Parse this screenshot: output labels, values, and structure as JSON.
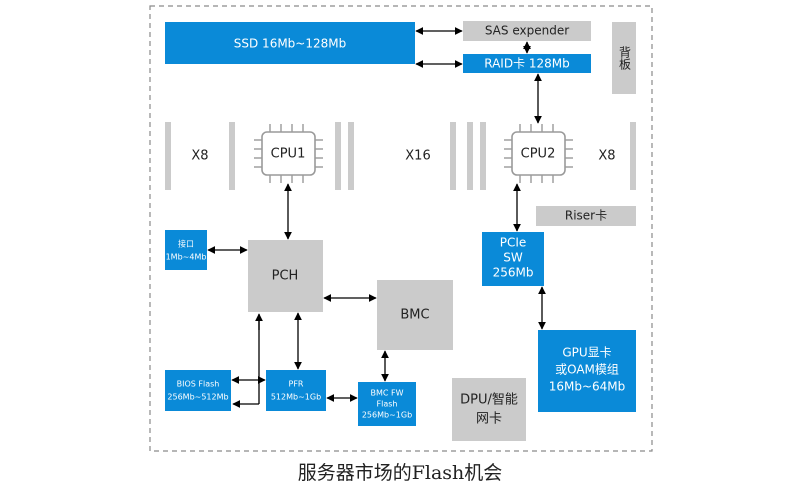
{
  "caption": "服务器市场的Flash机会",
  "colors": {
    "blue": "#0a8ad8",
    "gray": "#cbcbcb",
    "border": "#8a8a8a",
    "arrow": "#000000"
  },
  "boxes": {
    "ssd": "SSD 16Mb~128Mb",
    "sas": "SAS expender",
    "raid": "RAID卡 128Mb",
    "backplane": "背板",
    "x8_left": "X8",
    "cpu1": "CPU1",
    "x16": "X16",
    "cpu2": "CPU2",
    "x8_right": "X8",
    "riser": "Riser卡",
    "interface": [
      "接口",
      "1Mb~4Mb"
    ],
    "pch": "PCH",
    "pcie_sw": [
      "PCIe",
      "SW",
      "256Mb"
    ],
    "bmc": "BMC",
    "gpu": [
      "GPU显卡",
      "或OAM模组",
      "16Mb~64Mb"
    ],
    "bios": [
      "BIOS Flash",
      "256Mb~512Mb"
    ],
    "pfr": [
      "PFR",
      "512Mb~1Gb"
    ],
    "bmc_fw": [
      "BMC FW",
      "Flash",
      "256Mb~1Gb"
    ],
    "dpu": [
      "DPU/智能",
      "网卡"
    ]
  }
}
